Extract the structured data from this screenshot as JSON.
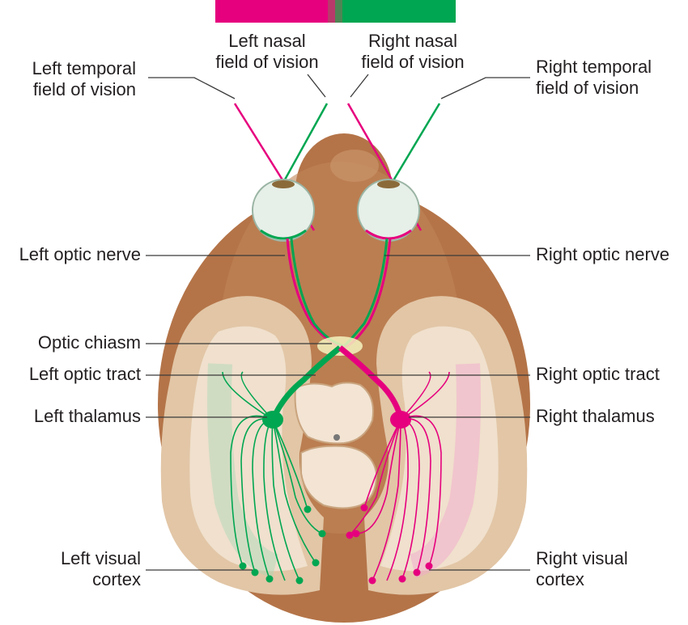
{
  "colors": {
    "left_field": "#e6007e",
    "right_field": "#00a651",
    "head_skin": "#b87a4f",
    "brain_tissue": "#e8d3b8",
    "brain_gray": "#d7b894",
    "eye": "#e6efe8",
    "leader_line": "#3a3a3a"
  },
  "labels": {
    "left_temporal": [
      "Left temporal",
      "field of vision"
    ],
    "left_nasal": [
      "Left nasal",
      "field of vision"
    ],
    "right_nasal": [
      "Right nasal",
      "field of vision"
    ],
    "right_temporal": [
      "Right temporal",
      "field of vision"
    ],
    "left_optic_nerve": "Left optic nerve",
    "right_optic_nerve": "Right optic nerve",
    "optic_chiasm": "Optic chiasm",
    "left_optic_tract": "Left optic tract",
    "right_optic_tract": "Right optic tract",
    "left_thalamus": "Left thalamus",
    "right_thalamus": "Right thalamus",
    "left_visual_cortex": [
      "Left visual",
      "cortex"
    ],
    "right_visual_cortex": [
      "Right visual",
      "cortex"
    ]
  },
  "icons": {
    "head": "head-top-view-icon",
    "eyes": "eyeball-icon",
    "brain": "brain-section-icon"
  }
}
